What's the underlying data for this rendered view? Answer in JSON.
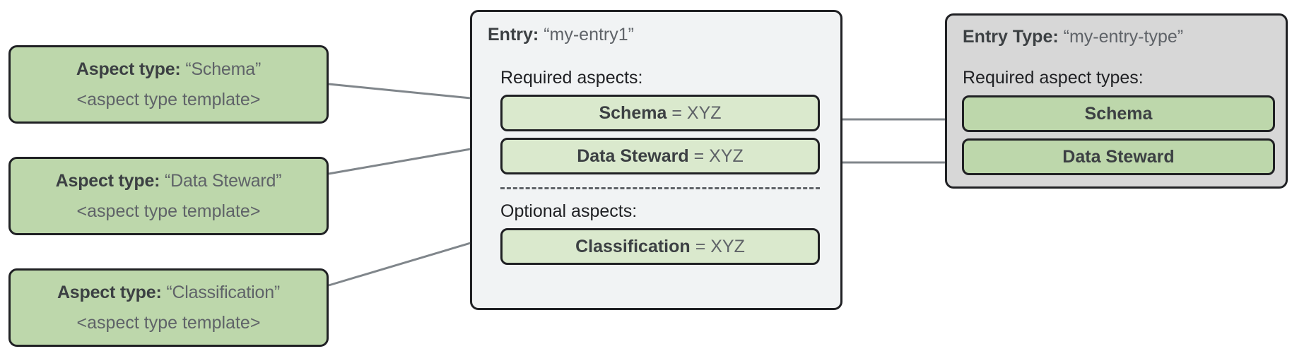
{
  "diagram": {
    "title_hidden": "",
    "colors": {
      "aspect_type_green": "#bdd7ab",
      "aspect_chip_green": "#dae9cd",
      "entry_panel_gray": "#f1f3f4",
      "entry_type_panel_gray": "#d7d7d7",
      "border_dark": "#202124",
      "connector_gray": "#80868b"
    }
  },
  "aspect_types": [
    {
      "label_bold": "Aspect type:",
      "label_value": "“Schema”",
      "template": "<aspect type template>"
    },
    {
      "label_bold": "Aspect type:",
      "label_value": "“Data Steward”",
      "template": "<aspect type template>"
    },
    {
      "label_bold": "Aspect type:",
      "label_value": "“Classification”",
      "template": "<aspect type template>"
    }
  ],
  "entry": {
    "heading_bold": "Entry:",
    "heading_value": "“my-entry1”",
    "required_label": "Required aspects:",
    "optional_label": "Optional aspects:",
    "required_aspects": [
      {
        "name": "Schema",
        "value": "= XYZ"
      },
      {
        "name": "Data Steward",
        "value": "= XYZ"
      }
    ],
    "optional_aspects": [
      {
        "name": "Classification",
        "value": "= XYZ"
      }
    ]
  },
  "entry_type": {
    "heading_bold": "Entry Type:",
    "heading_value": "“my-entry-type”",
    "required_label": "Required aspect types:",
    "required_aspect_types": [
      {
        "name": "Schema"
      },
      {
        "name": "Data Steward"
      }
    ]
  }
}
